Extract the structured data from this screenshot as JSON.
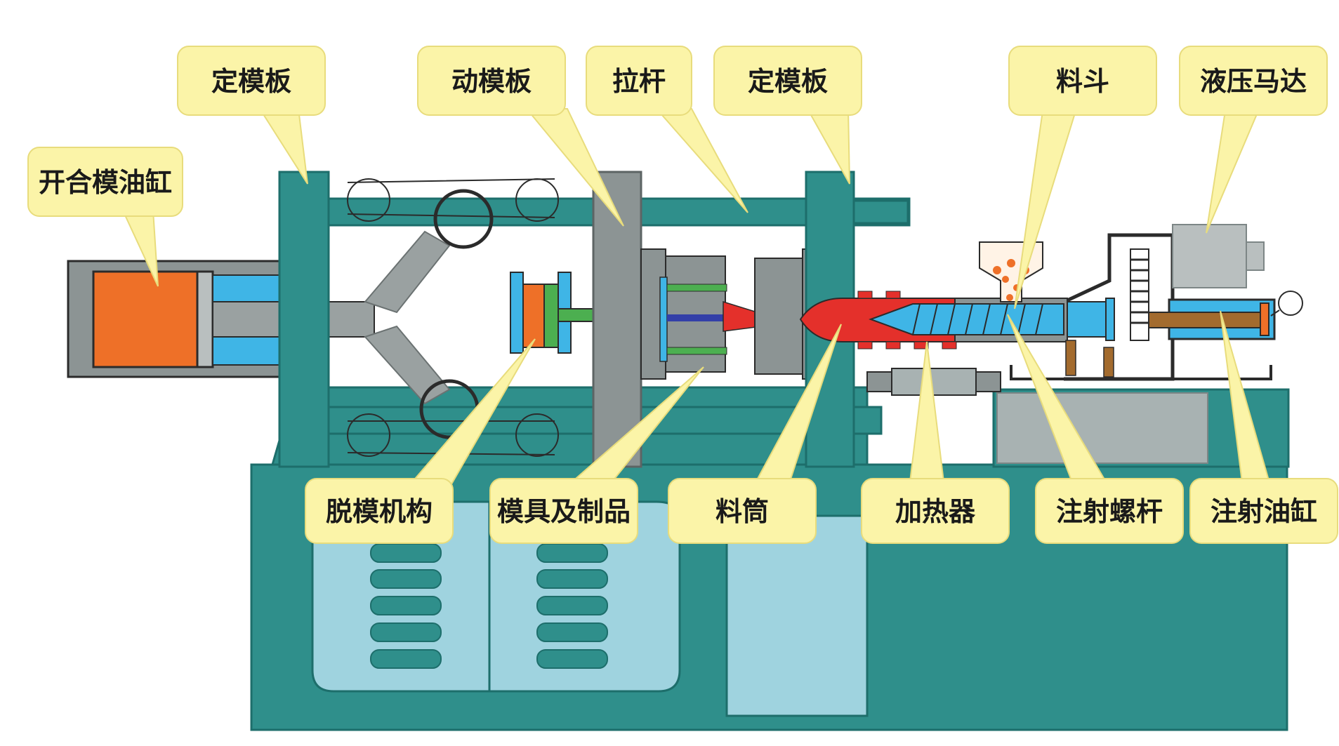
{
  "colors": {
    "teal": "#2f8f8b",
    "teal_dark": "#1d6e6b",
    "panel": "#9fd3df",
    "grey": "#8c9494",
    "grey_light": "#b9bfbf",
    "orange": "#ee7028",
    "blue": "#3fb5e6",
    "red": "#e4302b",
    "green": "#4caf50",
    "callout": "#fbf4a8",
    "callout_edge": "#e8dc7c"
  },
  "labels": {
    "clamp_cylinder": "开合模油缸",
    "fixed_platen_left": "定模板",
    "moving_platen": "动模板",
    "tie_bar": "拉杆",
    "fixed_platen_right": "定模板",
    "hopper": "料斗",
    "hydraulic_motor": "液压马达",
    "ejector": "脱模机构",
    "mold_product": "模具及制品",
    "barrel": "料筒",
    "heater": "加热器",
    "screw": "注射螺杆",
    "injection_cylinder": "注射油缸"
  }
}
